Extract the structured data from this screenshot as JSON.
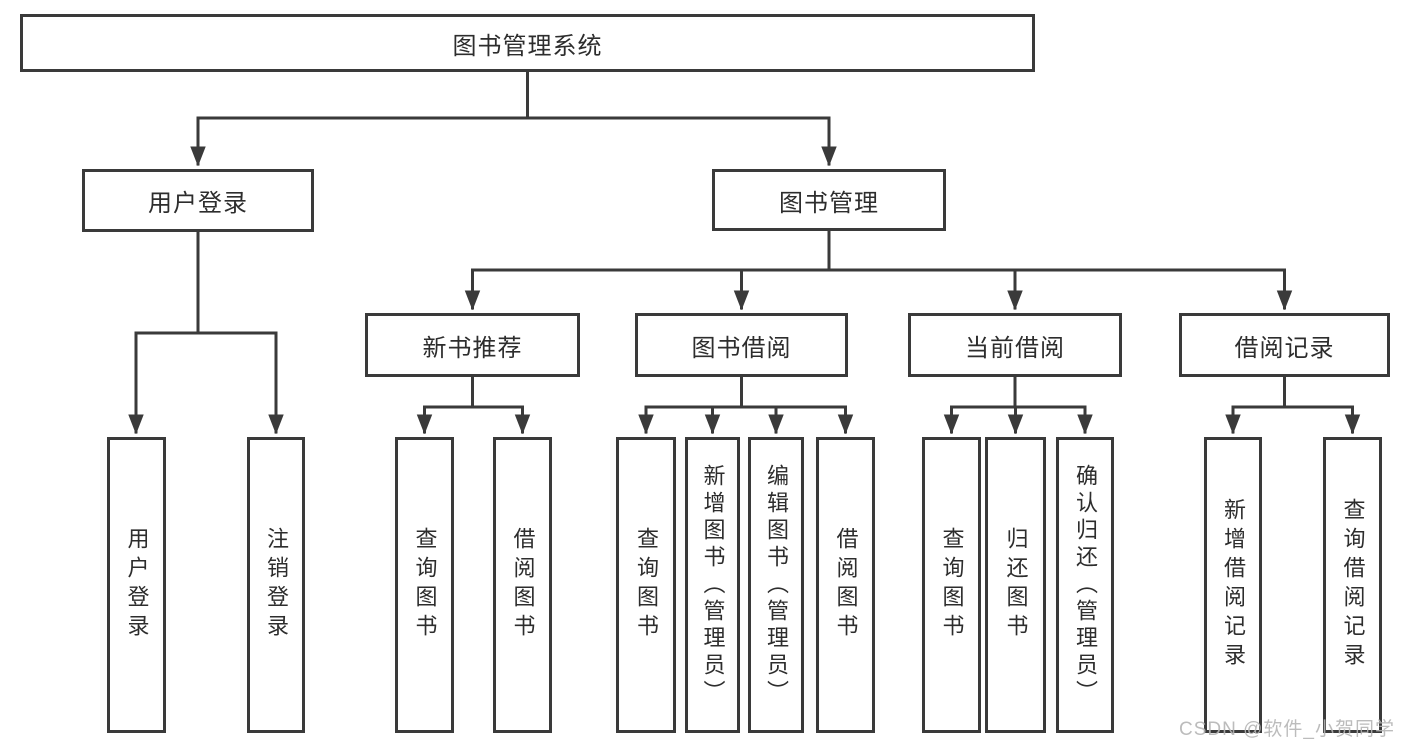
{
  "colors": {
    "line": "#3a3a3a",
    "text": "#2d2d2d",
    "bg": "#ffffff",
    "boxbg": "#ffffff",
    "watermark": "#b5b5b5"
  },
  "root": {
    "label": "图书管理系统"
  },
  "level2": [
    {
      "label": "用户登录"
    },
    {
      "label": "图书管理"
    }
  ],
  "level3": [
    {
      "label": "新书推荐"
    },
    {
      "label": "图书借阅"
    },
    {
      "label": "当前借阅"
    },
    {
      "label": "借阅记录"
    }
  ],
  "leaves": [
    {
      "label": "用户登录"
    },
    {
      "label": "注销登录"
    },
    {
      "label": "查询图书"
    },
    {
      "label": "借阅图书"
    },
    {
      "label": "查询图书"
    },
    {
      "label": "新增图书（管理员）"
    },
    {
      "label": "编辑图书（管理员）"
    },
    {
      "label": "借阅图书"
    },
    {
      "label": "查询图书"
    },
    {
      "label": "归还图书"
    },
    {
      "label": "确认归还（管理员）"
    },
    {
      "label": "新增借阅记录"
    },
    {
      "label": "查询借阅记录"
    }
  ],
  "watermark": {
    "text": "CSDN @软件_小贺同学"
  }
}
